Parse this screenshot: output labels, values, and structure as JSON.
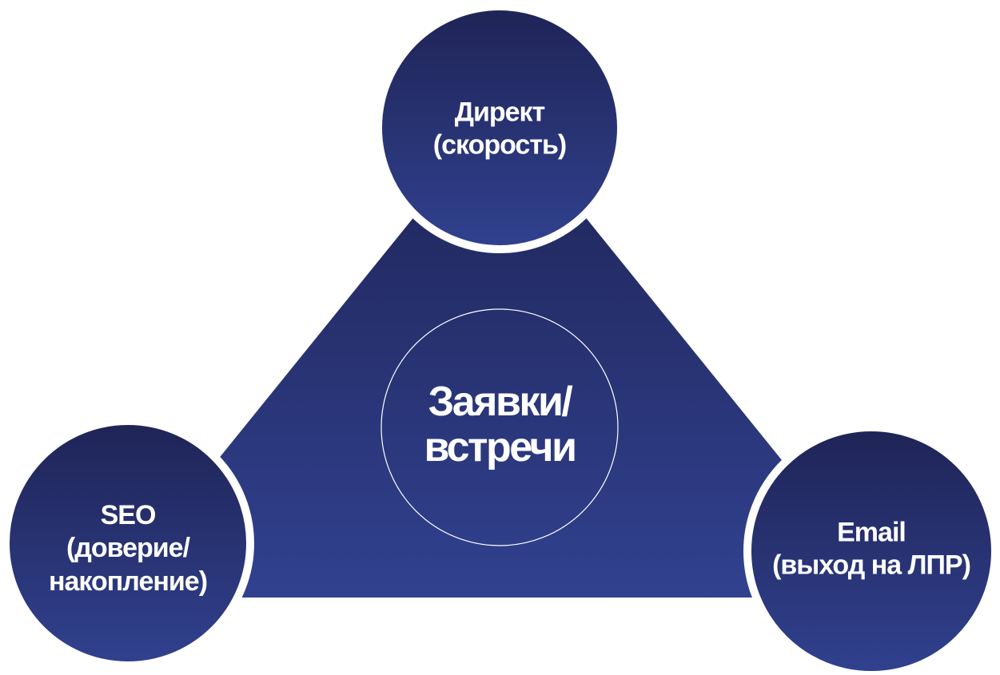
{
  "colors": {
    "gradient_top": "#1f2456",
    "gradient_bottom": "#31418f",
    "ring": "#ffffff"
  },
  "center": {
    "line1": "Заявки/",
    "line2": "встречи"
  },
  "nodes": {
    "top": {
      "line1": "Директ",
      "line2": "(скорость)"
    },
    "left": {
      "line1": "SEO",
      "line2": "(доверие/",
      "line3": "накопление)"
    },
    "right": {
      "line1": "Email",
      "line2": "(выход на ЛПР)"
    }
  }
}
